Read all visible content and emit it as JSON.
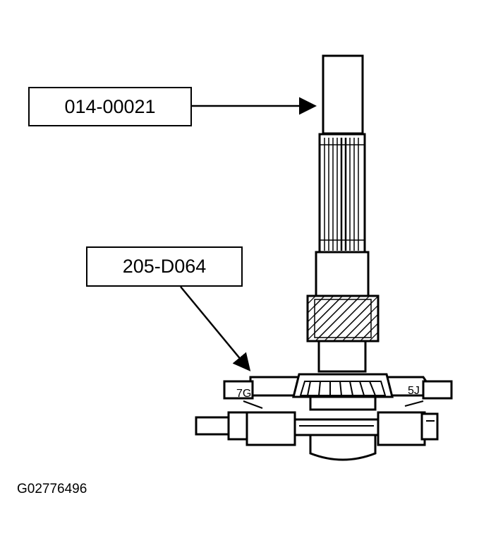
{
  "callouts": {
    "shaft_tool": "014-00021",
    "fixture_tool": "205-D064"
  },
  "figure_id": "G02776496",
  "colors": {
    "ink": "#000000",
    "paper": "#ffffff"
  }
}
